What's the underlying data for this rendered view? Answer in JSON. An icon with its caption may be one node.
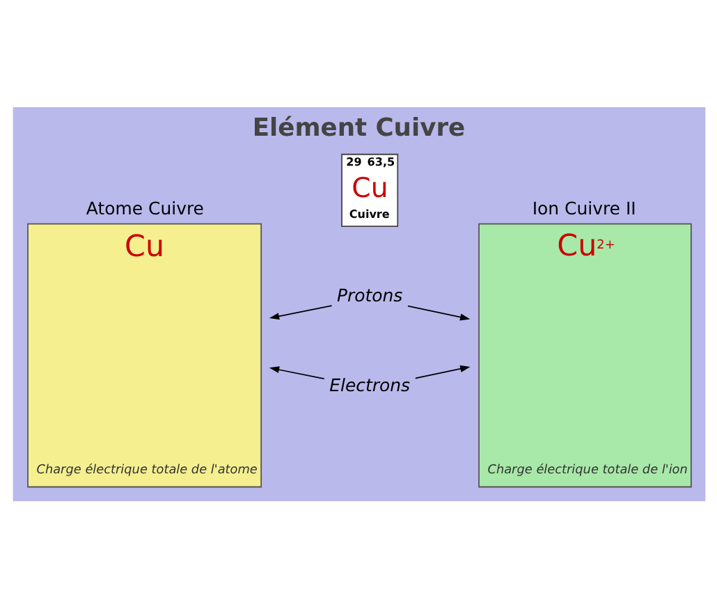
{
  "diagram": {
    "title": "Elément Cuivre",
    "nodes": [
      {
        "text": [
          "29",
          "63,5",
          "Cu",
          "Cuivre"
        ]
      },
      {
        "text": [
          "Atome Cuivre",
          "Cu",
          "Charge électrique totale de l'atome"
        ]
      },
      {
        "text": [
          "Ion Cuivre II",
          "Cu$^{2+}$",
          "Charge électrique totale de l'ion"
        ]
      },
      {
        "text": [
          "Protons"
        ]
      },
      {
        "text": [
          "Electrons"
        ]
      }
    ],
    "edges": [
      {
        "from": 3,
        "to": 1,
        "arrow": "to"
      },
      {
        "from": 3,
        "to": 2,
        "arrow": "to"
      },
      {
        "from": 4,
        "to": 1,
        "arrow": "to"
      },
      {
        "from": 4,
        "to": 2,
        "arrow": "to"
      }
    ]
  }
}
